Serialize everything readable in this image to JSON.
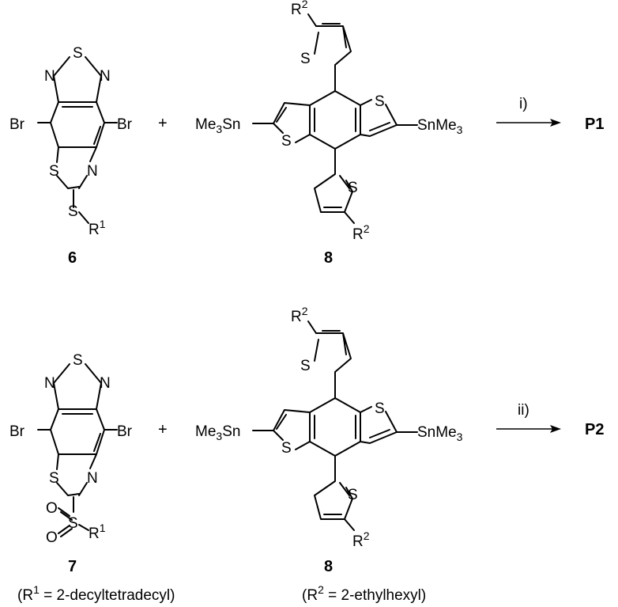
{
  "reaction1": {
    "compound_a": {
      "atoms": {
        "s_ring": "S",
        "n_left": "N",
        "n_right": "N",
        "br_left": "Br",
        "br_right": "Br",
        "s_thiazole": "S",
        "n_thiazole": "N",
        "s_exo": "S",
        "r": "R",
        "r_sup": "1"
      },
      "number": "6"
    },
    "plus": "+",
    "compound_b": {
      "atoms": {
        "r2_top": "R",
        "r2_top_sup": "2",
        "s_thio_top": "S",
        "s_bdt_right": "S",
        "s_bdt_left": "S",
        "s_thio_bottom": "S",
        "r2_bottom": "R",
        "r2_bottom_sup": "2",
        "sn_left_pre": "Me",
        "sn_left_sub": "3",
        "sn_left_post": "Sn",
        "sn_right": "SnMe",
        "sn_right_sub": "3"
      },
      "number": "8"
    },
    "condition": "i)",
    "product": "P1"
  },
  "reaction2": {
    "compound_a": {
      "atoms": {
        "s_ring": "S",
        "n_left": "N",
        "n_right": "N",
        "br_left": "Br",
        "br_right": "Br",
        "s_thiazole": "S",
        "n_thiazole": "N",
        "s_sulfonyl": "S",
        "o_top": "O",
        "o_bottom": "O",
        "r": "R",
        "r_sup": "1"
      },
      "number": "7"
    },
    "plus": "+",
    "compound_b": {
      "atoms": {
        "r2_top": "R",
        "r2_top_sup": "2",
        "s_thio_top": "S",
        "s_bdt_right": "S",
        "s_bdt_left": "S",
        "s_thio_bottom": "S",
        "r2_bottom": "R",
        "r2_bottom_sup": "2",
        "sn_left_pre": "Me",
        "sn_left_sub": "3",
        "sn_left_post": "Sn",
        "sn_right": "SnMe",
        "sn_right_sub": "3"
      },
      "number": "8"
    },
    "condition": "ii)",
    "product": "P2"
  },
  "footnotes": {
    "r1": {
      "open": "(R",
      "sup": "1",
      "rest": " = 2-decyltetradecyl)"
    },
    "r2": {
      "open": "(R",
      "sup": "2",
      "rest": " = 2-ethylhexyl)"
    }
  }
}
